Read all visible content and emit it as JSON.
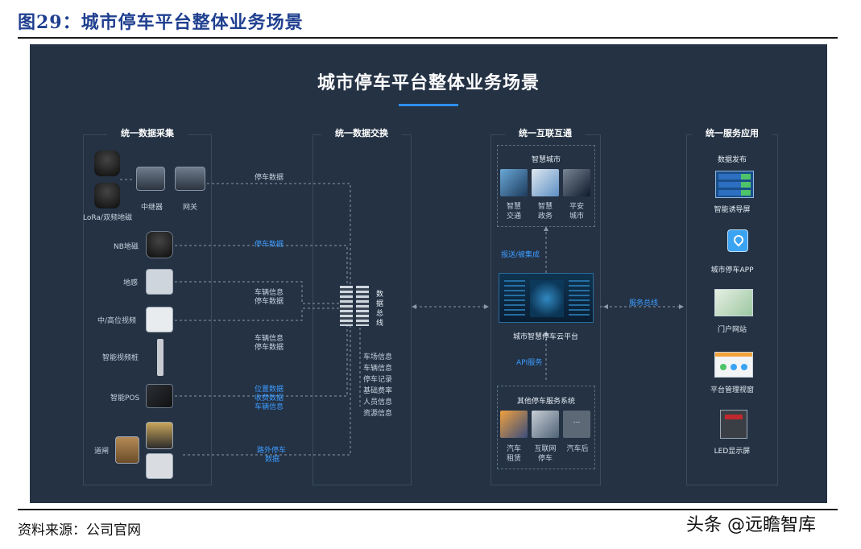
{
  "figure": {
    "title": "图29：城市停车平台整体业务场景",
    "source": "资料来源：公司官网",
    "watermark": "头条 @远瞻智库"
  },
  "panel": {
    "title": "城市停车平台整体业务场景",
    "columns": {
      "collect": "统一数据采集",
      "exchange": "统一数据交换",
      "interconnect": "统一互联互通",
      "service": "统一服务应用"
    }
  },
  "collect": {
    "lora": "LoRa/双频地磁",
    "relay": "中继器",
    "gateway": "网关",
    "nb": "NB地磁",
    "sense": "地感",
    "video": "中/高位视频",
    "pole": "智能视频桩",
    "pos": "智能POS",
    "gate": "道闸"
  },
  "links": {
    "l1": "停车数据",
    "l2": "停车数据",
    "l3a": "车辆信息",
    "l3b": "停车数据",
    "l4a": "车辆信息",
    "l4b": "停车数据",
    "l5a": "位置数据",
    "l5b": "收费数据",
    "l5c": "车辆信息",
    "l6a": "路外停车",
    "l6b": "数据"
  },
  "exchange": {
    "bus": [
      "数",
      "据",
      "总",
      "线"
    ],
    "items": [
      "车场信息",
      "车辆信息",
      "停车记录",
      "基础费率",
      "人员信息",
      "资源信息"
    ]
  },
  "interconnect": {
    "smart_city": "智慧城市",
    "apps": [
      {
        "line1": "智慧",
        "line2": "交通"
      },
      {
        "line1": "智慧",
        "line2": "政务"
      },
      {
        "line1": "平安",
        "line2": "城市"
      }
    ],
    "report": "报送/被集成",
    "cloud": "城市智慧停车云平台",
    "api": "API服务",
    "others_title": "其他停车服务系统",
    "others": [
      {
        "line1": "汽车",
        "line2": "租赁"
      },
      {
        "line1": "互联网",
        "line2": "停车"
      },
      {
        "line1": "汽车后",
        "line2": ""
      }
    ],
    "ellipsis": "..."
  },
  "service": {
    "bus": "服务总线",
    "publish": "数据发布",
    "guide": "智能诱导屏",
    "app": "城市停车APP",
    "portal": "门户网站",
    "mgmt": "平台管理视窗",
    "led": "LED显示屏"
  },
  "colors": {
    "panel_bg": "#243244",
    "accent_blue": "#3d9cff",
    "title_blue": "#1f3f8f"
  }
}
